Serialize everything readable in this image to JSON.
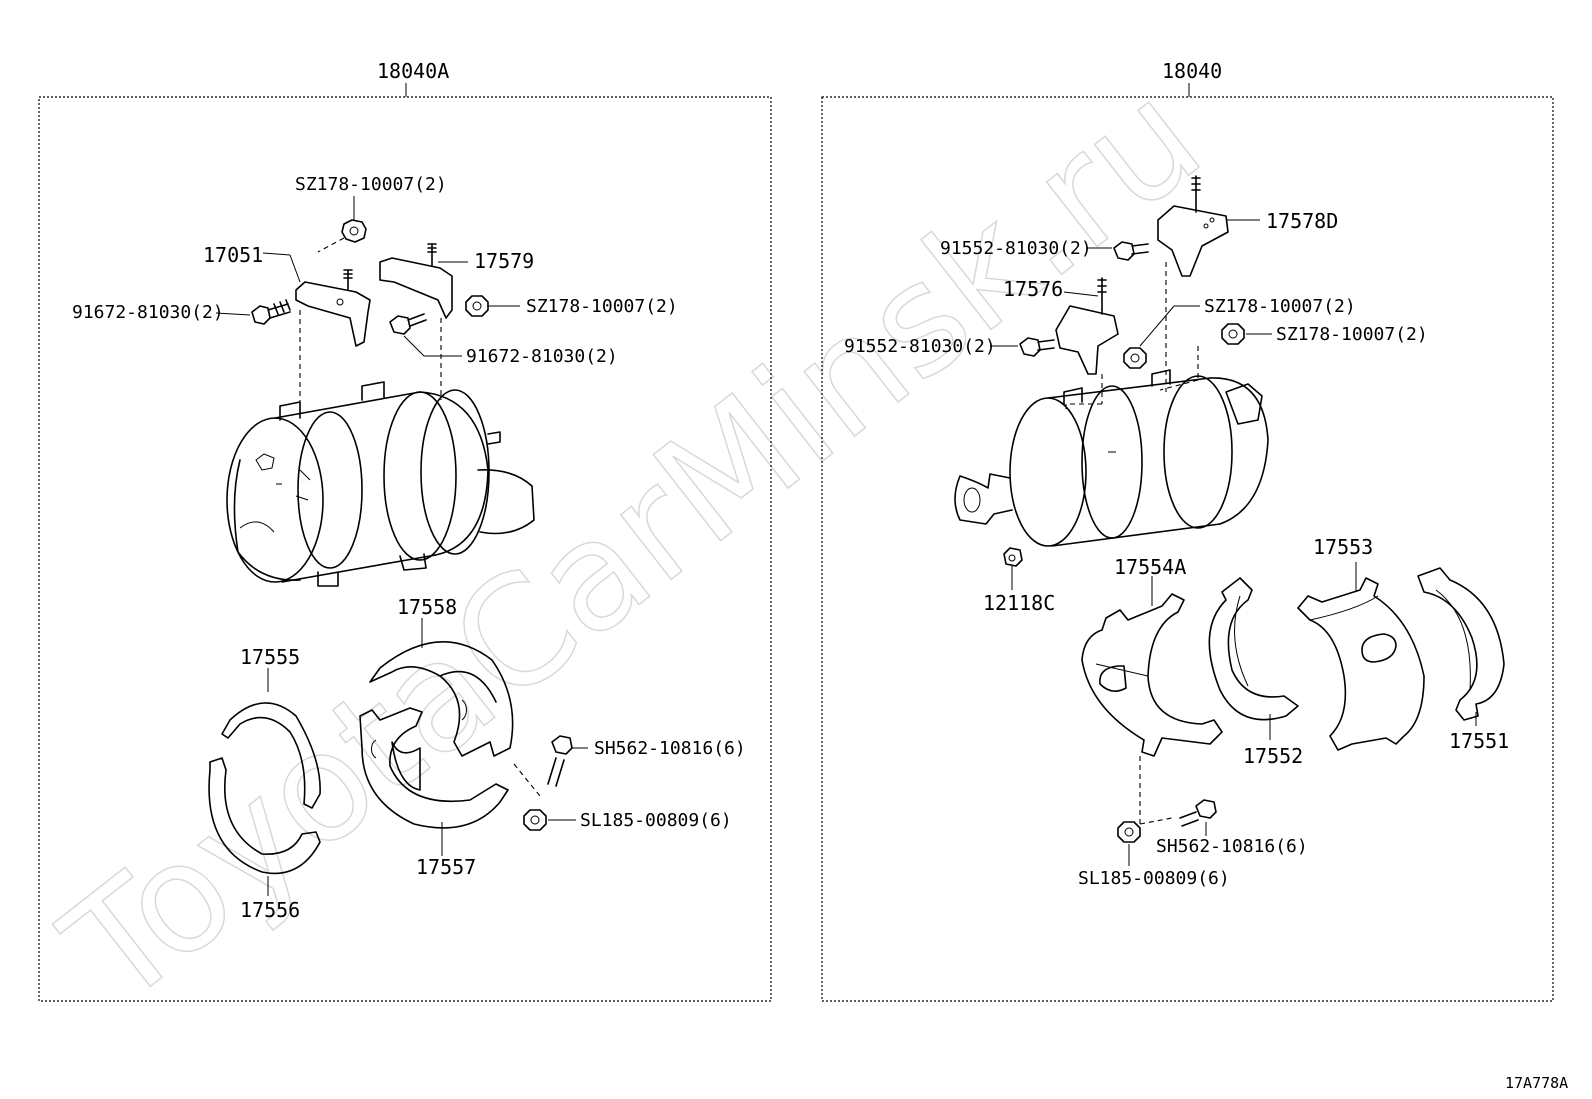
{
  "watermark": "ToyotaCarMinsk.ru",
  "reference_code": "17A778A",
  "left_panel": {
    "title": "18040A",
    "labels": {
      "sz178_top": "SZ178-10007(2)",
      "p17051": "17051",
      "p17579": "17579",
      "p91672_left": "91672-81030(2)",
      "sz178_right": "SZ178-10007(2)",
      "p91672_right": "91672-81030(2)",
      "p17558": "17558",
      "p17555": "17555",
      "sh562": "SH562-10816(6)",
      "sl185": "SL185-00809(6)",
      "p17557": "17557",
      "p17556": "17556"
    }
  },
  "right_panel": {
    "title": "18040",
    "labels": {
      "p17578d": "17578D",
      "p91552_top": "91552-81030(2)",
      "p17576": "17576",
      "sz178_a": "SZ178-10007(2)",
      "sz178_b": "SZ178-10007(2)",
      "p91552_mid": "91552-81030(2)",
      "p12118c": "12118C",
      "p17554a": "17554A",
      "p17553": "17553",
      "p17552": "17552",
      "p17551": "17551",
      "sh562": "SH562-10816(6)",
      "sl185": "SL185-00809(6)"
    }
  }
}
